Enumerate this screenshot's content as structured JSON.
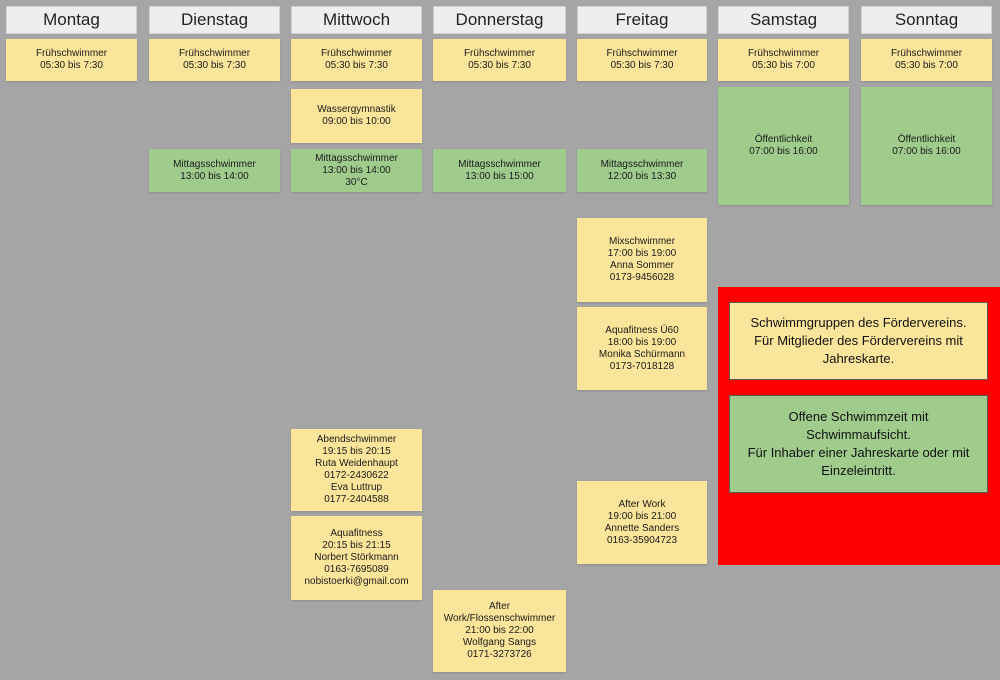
{
  "days": [
    "Montag",
    "Dienstag",
    "Mittwoch",
    "Donnerstag",
    "Freitag",
    "Samstag",
    "Sonntag"
  ],
  "colors": {
    "yellow": "#fae59b",
    "green": "#9fcc8c",
    "background": "#a6a5a5",
    "legend": "#ff0000"
  },
  "events": {
    "mo_frueh": [
      "Frühschwimmer",
      "05:30 bis 7:30"
    ],
    "di_frueh": [
      "Frühschwimmer",
      "05:30 bis 7:30"
    ],
    "mi_frueh": [
      "Frühschwimmer",
      "05:30 bis 7:30"
    ],
    "do_frueh": [
      "Frühschwimmer",
      "05:30 bis 7:30"
    ],
    "fr_frueh": [
      "Frühschwimmer",
      "05:30 bis 7:30"
    ],
    "sa_frueh": [
      "Frühschwimmer",
      "05:30 bis 7:00"
    ],
    "so_frueh": [
      "Frühschwimmer",
      "05:30 bis 7:00"
    ],
    "mi_wasser": [
      "Wassergymnastik",
      "09:00 bis 10:00"
    ],
    "sa_oeff": [
      "Öffentlichkeit",
      "07:00 bis 16:00"
    ],
    "so_oeff": [
      "Öffentlichkeit",
      "07:00 bis 16:00"
    ],
    "di_mittag": [
      "Mittagsschwimmer",
      "13:00 bis 14:00"
    ],
    "mi_mittag": [
      "Mittagsschwimmer",
      "13:00 bis 14:00",
      "30°C"
    ],
    "do_mittag": [
      "Mittagsschwimmer",
      "13:00 bis 15:00"
    ],
    "fr_mittag": [
      "Mittagsschwimmer",
      "12:00 bis 13:30"
    ],
    "fr_mix": [
      "Mixschwimmer",
      "17:00 bis 19:00",
      "Anna Sommer",
      "0173-9456028"
    ],
    "fr_aqua": [
      "Aquafitness Ü60",
      "18:00 bis 19:00",
      "Monika Schürmann",
      "0173-7018128"
    ],
    "mi_abend": [
      "Abendschwimmer",
      "19:15 bis 20:15",
      "Ruta Weidenhaupt",
      "0172-2430622",
      "Eva Luttrup",
      "0177-2404588"
    ],
    "mi_aqua": [
      "Aquafitness",
      "20:15 bis 21:15",
      "Norbert Störkmann",
      "0163-7695089",
      "nobistoerki@gmail.com"
    ],
    "fr_after": [
      "After Work",
      "19:00 bis 21:00",
      "Annette Sanders",
      "0163-35904723"
    ],
    "do_after": [
      "After",
      "Work/Flossenschwimmer",
      "21:00 bis 22:00",
      "Wolfgang Sangs",
      "0171-3273726"
    ]
  },
  "legend": {
    "yellow_lines": [
      "Schwimmgruppen des Fördervereins.",
      "Für Mitglieder des Fördervereins mit",
      "Jahreskarte."
    ],
    "green_lines": [
      "Offene Schwimmzeit mit",
      "Schwimmaufsicht.",
      "Für Inhaber einer Jahreskarte oder mit",
      "Einzeleintritt."
    ]
  }
}
